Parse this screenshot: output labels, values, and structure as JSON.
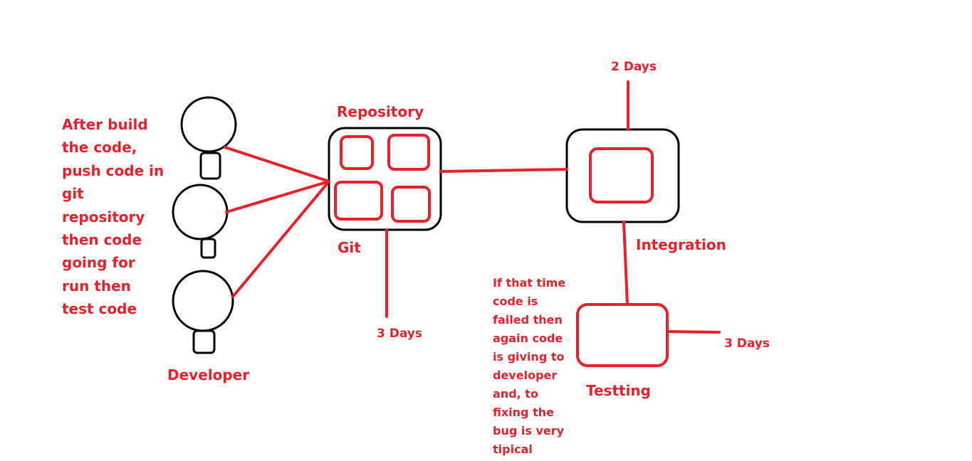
{
  "colors": {
    "ink": "#000000",
    "accent": "#e8202a",
    "background": "#ffffff"
  },
  "developer_note": {
    "lines": [
      "After build",
      "the code,",
      "push code in",
      "git",
      "repository",
      "then code",
      "going for",
      "run then",
      "test code"
    ]
  },
  "labels": {
    "developer": "Developer",
    "repository": "Repository",
    "git": "Git",
    "git_duration": "3 Days",
    "integration_duration": "2 Days",
    "integration": "Integration",
    "testing": "Testting",
    "testing_duration": "3 Days"
  },
  "failure_note": {
    "lines": [
      "If that time",
      "code is",
      "failed then",
      "again code",
      "is giving to",
      "developer",
      "and, to",
      "fixing the",
      "bug is very",
      "tipical"
    ]
  }
}
